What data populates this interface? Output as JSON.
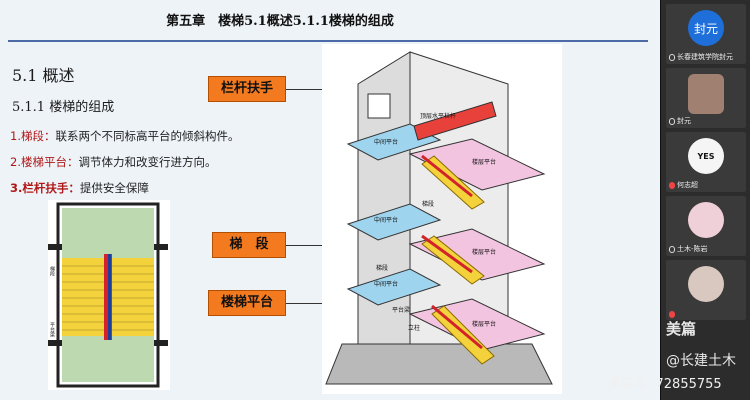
{
  "slide": {
    "title": "第五章　楼梯5.1概述5.1.1楼梯的组成",
    "section_heading": "5.1 概述",
    "subsection_heading": "5.1.1 楼梯的组成",
    "items": [
      {
        "term": "1.梯段：",
        "desc": "联系两个不同标高平台的倾斜构件。"
      },
      {
        "term": "2.楼梯平台：",
        "desc": "调节体力和改变行进方向。"
      },
      {
        "term": "3.栏杆扶手：",
        "desc": "提供安全保障"
      }
    ],
    "tags": {
      "railing": "栏杆扶手",
      "flight": "梯　段",
      "landing": "楼梯平台"
    },
    "diagram_labels": {
      "top_rail": "顶层水平栏杆",
      "mid_landing_1": "中间平台",
      "floor_landing_1": "楼层平台",
      "mid_landing_2": "中间平台",
      "flight_1": "梯段",
      "floor_landing_2": "楼层平台",
      "mid_landing_3": "中间平台",
      "flight_2": "梯段",
      "floor_landing_3": "楼层平台",
      "beam": "平台梁",
      "column": "立柱"
    },
    "plan_labels": {
      "flight": "梯段",
      "beam": "平台梁"
    }
  },
  "sidebar": {
    "participants": [
      {
        "display": "封元",
        "name": "长春建筑学院封元",
        "mic": "on"
      },
      {
        "display": "",
        "name": "封元",
        "mic": "on"
      },
      {
        "display": "YES",
        "name": "何志超",
        "mic": "off"
      },
      {
        "display": "",
        "name": "土木-陈岩",
        "mic": "on"
      },
      {
        "display": "",
        "name": "",
        "mic": "off"
      }
    ],
    "watermark_app": "美篇",
    "watermark_handle": "@长建土木",
    "watermark_id": "美篇号: 72855755"
  },
  "colors": {
    "tag_orange": "#f47a20",
    "term_red": "#b01818",
    "landing_pink": "#f2c4e0",
    "flight_yellow": "#f4d23c",
    "rail_red": "#e8413c",
    "plan_green": "#bcd9b0"
  }
}
